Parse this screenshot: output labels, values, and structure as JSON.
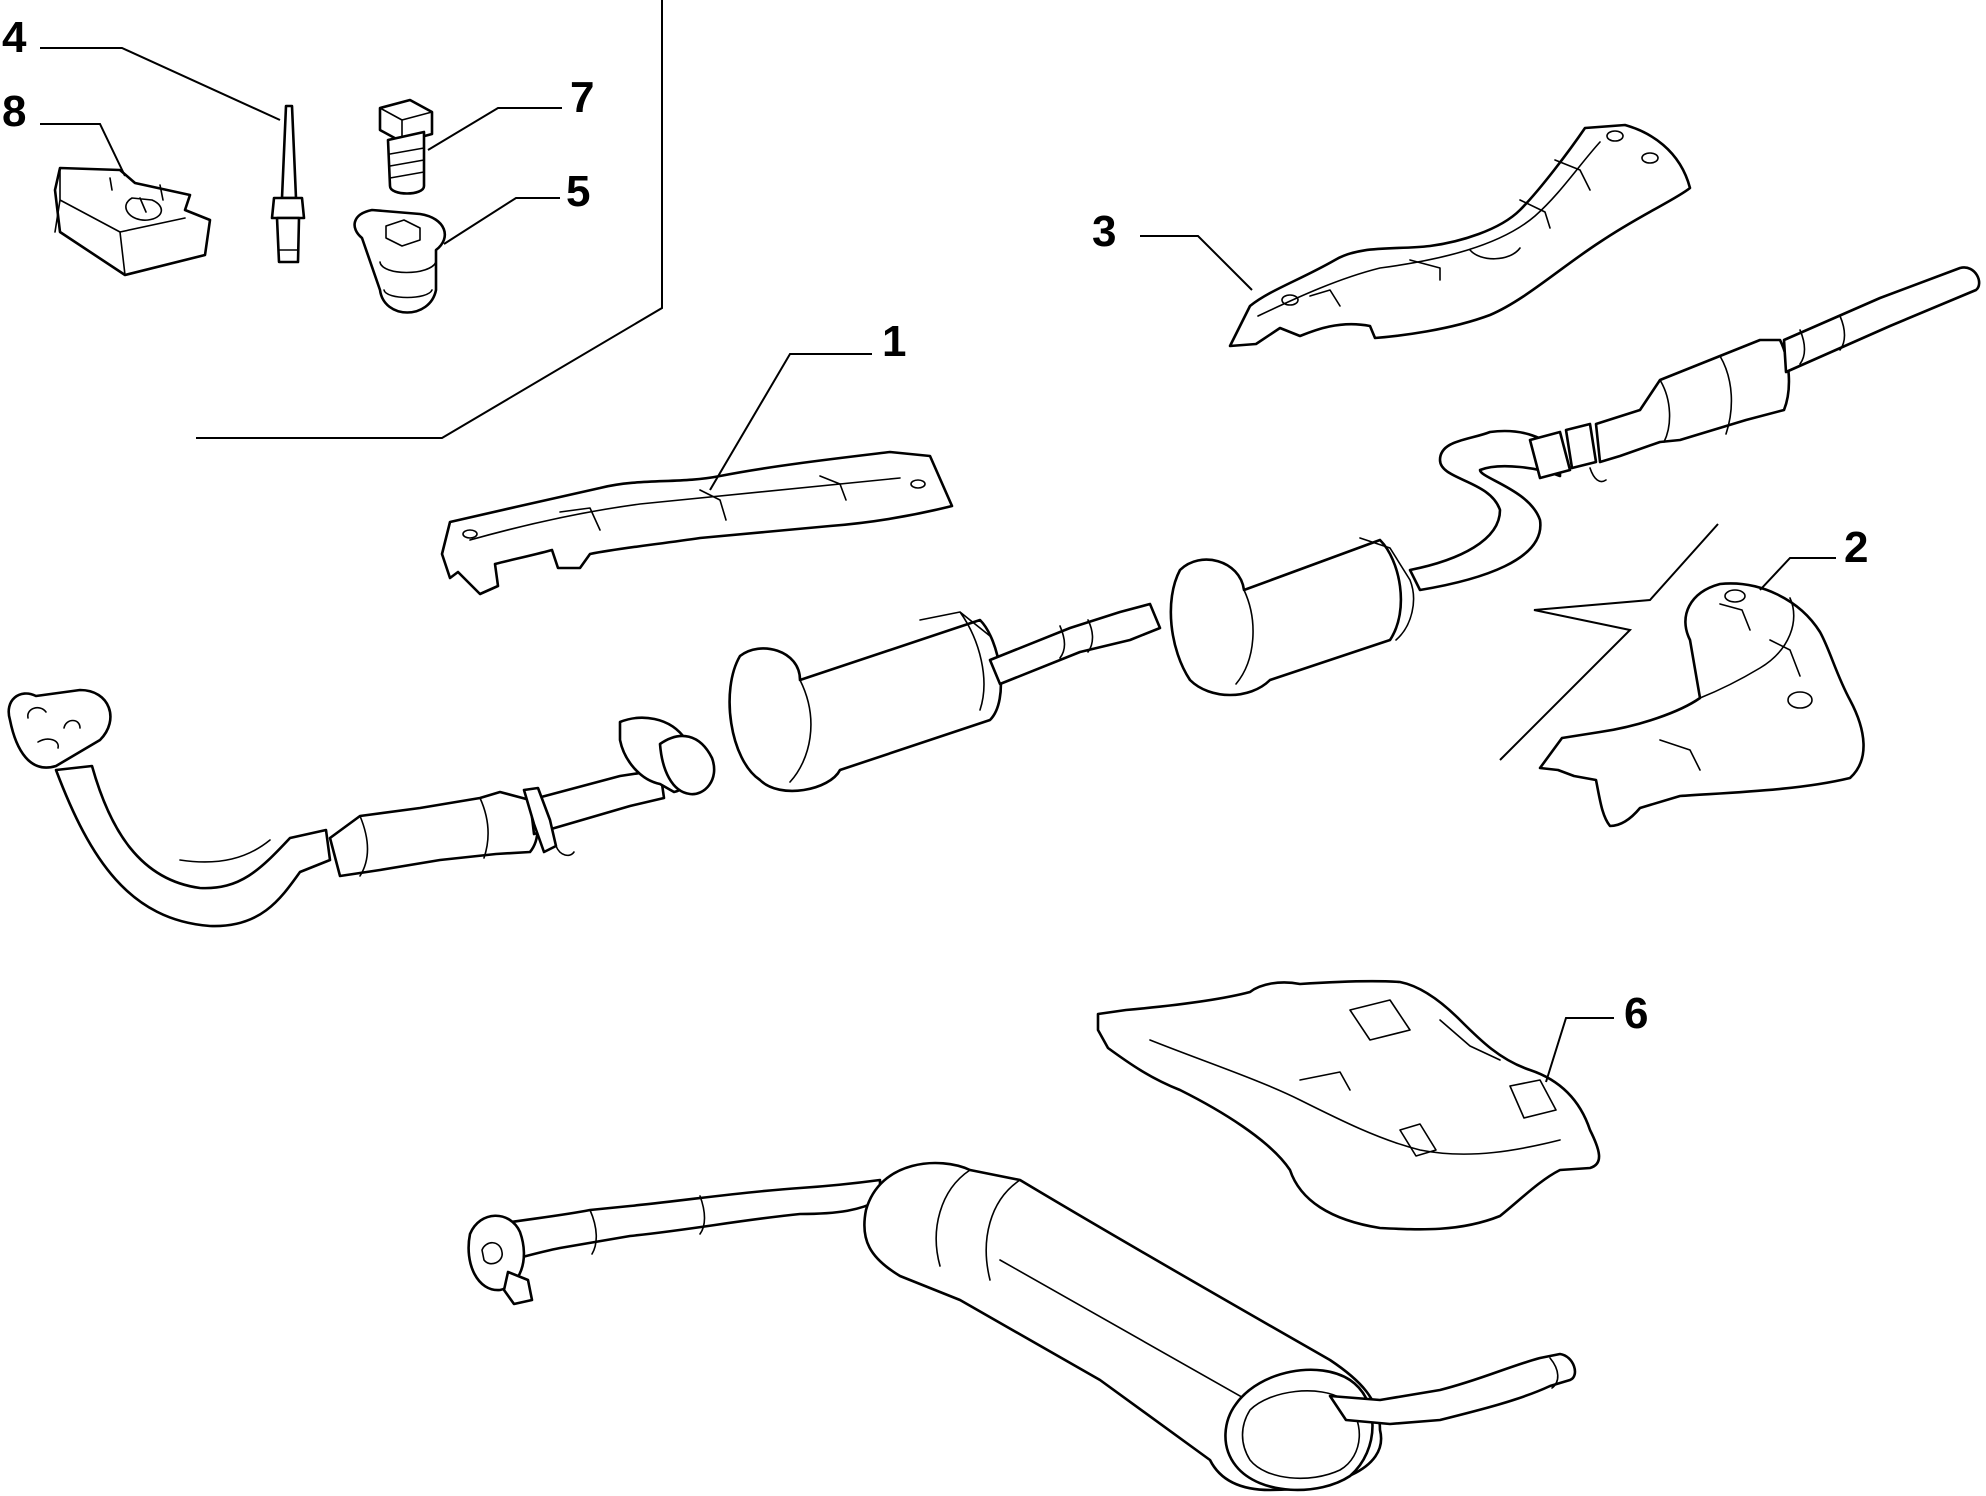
{
  "labels": {
    "part_1": "1",
    "part_2": "2",
    "part_3": "3",
    "part_4": "4",
    "part_5": "5",
    "part_6": "6",
    "part_7": "7",
    "part_8": "8"
  }
}
